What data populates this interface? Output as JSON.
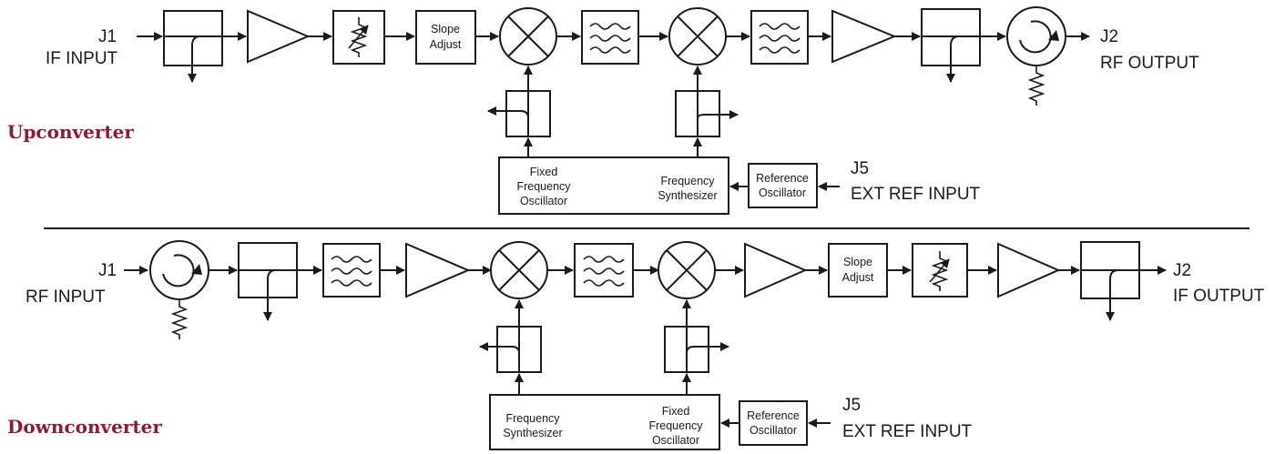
{
  "colors": {
    "title_accent": "#8a1b3a",
    "line": "#1a1a1a",
    "background": "#ffffff"
  },
  "upconverter": {
    "title": "Upconverter",
    "input_label": [
      "J1",
      "IF INPUT"
    ],
    "output_label": [
      "J2",
      "RF OUTPUT"
    ],
    "slope_adjust": [
      "Slope",
      "Adjust"
    ],
    "fixed_oscillator": [
      "Fixed",
      "Frequency",
      "Oscillator"
    ],
    "synthesizer": [
      "Frequency",
      "Synthesizer"
    ],
    "reference_oscillator": [
      "Reference",
      "Oscillator"
    ],
    "ext_ref_label": [
      "J5",
      "EXT REF INPUT"
    ]
  },
  "downconverter": {
    "title": "Downconverter",
    "input_label": [
      "J1",
      "RF INPUT"
    ],
    "output_label": [
      "J2",
      "IF OUTPUT"
    ],
    "slope_adjust": [
      "Slope",
      "Adjust"
    ],
    "synthesizer": [
      "Frequency",
      "Synthesizer"
    ],
    "fixed_oscillator": [
      "Fixed",
      "Frequency",
      "Oscillator"
    ],
    "reference_oscillator": [
      "Reference",
      "Oscillator"
    ],
    "ext_ref_label": [
      "J5",
      "EXT REF INPUT"
    ]
  }
}
